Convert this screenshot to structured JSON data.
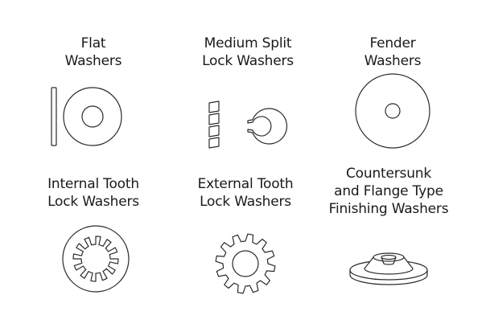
{
  "washers": [
    {
      "icon": "flat-washer-icon",
      "label_lines": [
        "Flat",
        "Washers"
      ]
    },
    {
      "icon": "medium-split-lock-washer-icon",
      "label_lines": [
        "Medium Split",
        "Lock Washers"
      ]
    },
    {
      "icon": "fender-washer-icon",
      "label_lines": [
        "Fender",
        "Washers"
      ]
    },
    {
      "icon": "internal-tooth-lock-washer-icon",
      "label_lines": [
        "Internal Tooth",
        "Lock Washers"
      ]
    },
    {
      "icon": "external-tooth-lock-washer-icon",
      "label_lines": [
        "External Tooth",
        "Lock Washers"
      ]
    },
    {
      "icon": "countersunk-flange-finishing-washer-icon",
      "label_lines": [
        "Countersunk",
        "and Flange Type",
        "Finishing Washers"
      ]
    }
  ]
}
